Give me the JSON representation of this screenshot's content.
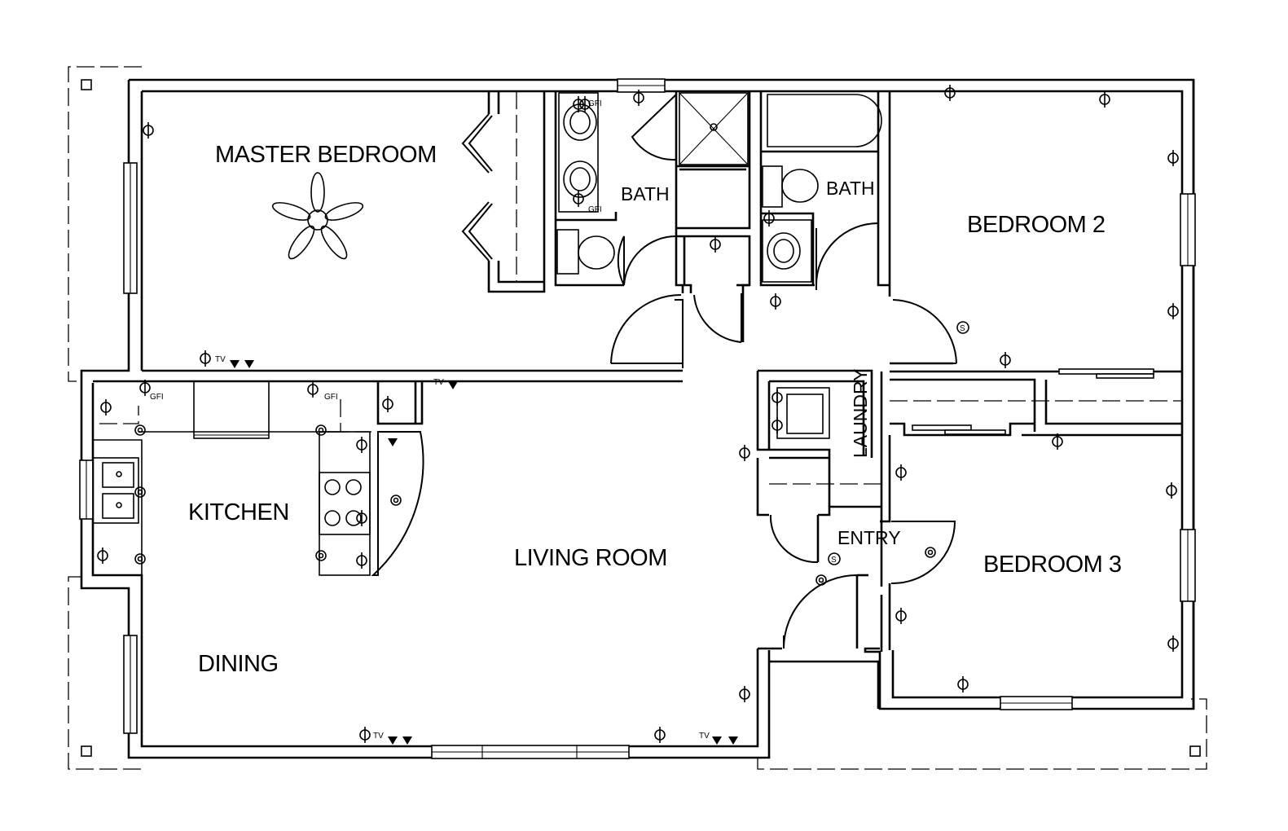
{
  "rooms": {
    "master_bedroom": "MASTER BEDROOM",
    "bath_master": "BATH",
    "bath_hall": "BATH",
    "bedroom_2": "BEDROOM 2",
    "bedroom_3": "BEDROOM 3",
    "kitchen": "KITCHEN",
    "living_room": "LIVING ROOM",
    "dining": "DINING",
    "laundry": "LAUNDRY",
    "entry": "ENTRY"
  },
  "symbols": {
    "gfi": "GFI",
    "tv": "TV",
    "switch": "S"
  }
}
